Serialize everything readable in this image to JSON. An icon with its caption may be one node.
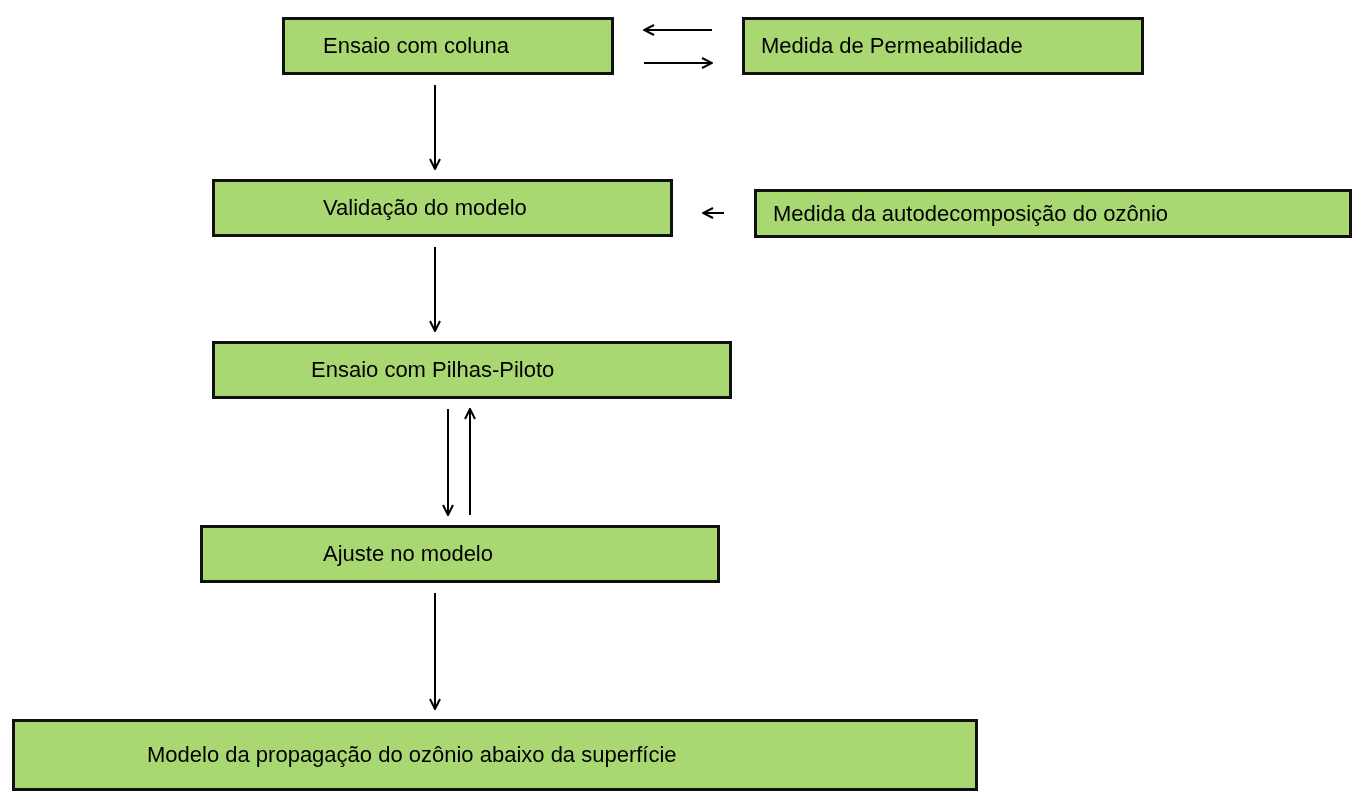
{
  "diagram": {
    "nodes": [
      {
        "text": [
          "Ensaio com coluna"
        ]
      },
      {
        "text": [
          "Medida de Permeabilidade"
        ]
      },
      {
        "text": [
          "Validação do modelo"
        ]
      },
      {
        "text": [
          "Medida da autodecomposição do ozônio"
        ]
      },
      {
        "text": [
          "Ensaio com Pilhas-Piloto"
        ]
      },
      {
        "text": [
          "Ajuste no modelo"
        ]
      },
      {
        "text": [
          "Modelo da propagação do ozônio abaixo da superfície"
        ]
      }
    ],
    "edges": [
      {
        "from": 1,
        "to": 0,
        "arrow": "to"
      },
      {
        "from": 0,
        "to": 1,
        "arrow": "to"
      },
      {
        "from": 0,
        "to": 2,
        "arrow": "to"
      },
      {
        "from": 3,
        "to": 2,
        "arrow": "to"
      },
      {
        "from": 2,
        "to": 4,
        "arrow": "to"
      },
      {
        "from": 4,
        "to": 5,
        "arrow": "to"
      },
      {
        "from": 5,
        "to": 4,
        "arrow": "to"
      },
      {
        "from": 5,
        "to": 6,
        "arrow": "to"
      }
    ]
  }
}
